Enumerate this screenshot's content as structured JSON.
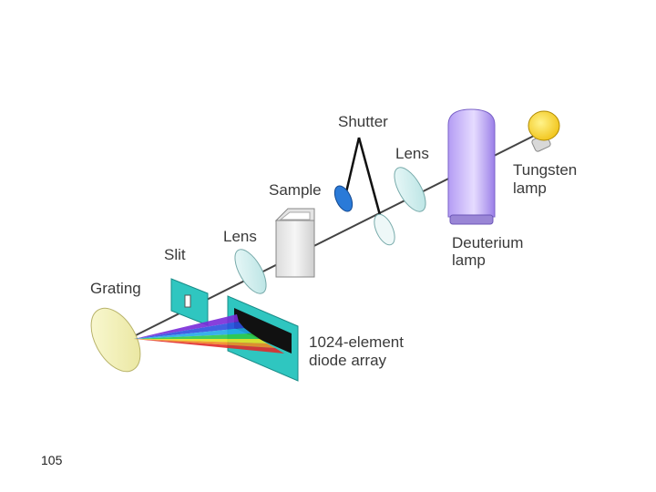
{
  "diagram": {
    "labels": {
      "shutter": "Shutter",
      "lens_right": "Lens",
      "sample": "Sample",
      "lens_left": "Lens",
      "slit": "Slit",
      "grating": "Grating",
      "tungsten_line1": "Tungsten",
      "tungsten_line2": "lamp",
      "deuterium_line1": "Deuterium",
      "deuterium_line2": "lamp",
      "array_line1": "1024-element",
      "array_line2": "diode array"
    },
    "colors": {
      "lens": "#c8ecec",
      "slit_panel": "#2fc6c0",
      "deuterium": "#a98cf0",
      "tungsten": "#f5d020",
      "grating": "#f4f2b0",
      "shutter": "#2a7ad8"
    }
  },
  "page_number": "105"
}
